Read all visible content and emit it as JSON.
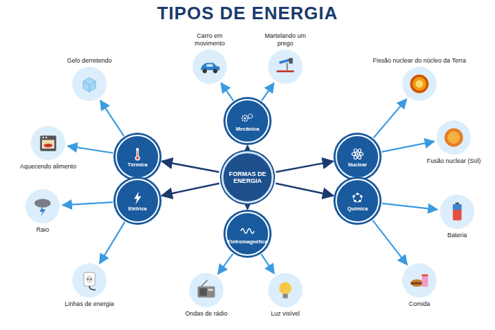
{
  "diagram": {
    "title": "TIPOS DE ENERGIA",
    "nodes": [
      {
        "text": [
          "FORMAS DE ENERGIA"
        ]
      },
      {
        "text": [
          "Mecânica"
        ]
      },
      {
        "text": [
          "Térmica"
        ]
      },
      {
        "text": [
          "Elétrica"
        ]
      },
      {
        "text": [
          "Eletromagnética"
        ]
      },
      {
        "text": [
          "Nuclear"
        ]
      },
      {
        "text": [
          "Química"
        ]
      },
      {
        "text": [
          "Carro em movimento"
        ]
      },
      {
        "text": [
          "Martelando um prego"
        ]
      },
      {
        "text": [
          "Gelo derretendo"
        ]
      },
      {
        "text": [
          "Aquecendo alimento"
        ]
      },
      {
        "text": [
          "Raio"
        ]
      },
      {
        "text": [
          "Linhas de energia"
        ]
      },
      {
        "text": [
          "Ondas de rádio"
        ]
      },
      {
        "text": [
          "Luz visível"
        ]
      },
      {
        "text": [
          "Fissão nuclear do núcleo da Terra"
        ]
      },
      {
        "text": [
          "Fusão nuclear (Sol)"
        ]
      },
      {
        "text": [
          "Bateria"
        ]
      },
      {
        "text": [
          "Comida"
        ]
      }
    ],
    "edges": [
      {
        "from": 0,
        "to": 1,
        "arrow": "to"
      },
      {
        "from": 0,
        "to": 2,
        "arrow": "to"
      },
      {
        "from": 0,
        "to": 3,
        "arrow": "to"
      },
      {
        "from": 0,
        "to": 4,
        "arrow": "to"
      },
      {
        "from": 0,
        "to": 5,
        "arrow": "to"
      },
      {
        "from": 0,
        "to": 6,
        "arrow": "to"
      },
      {
        "from": 1,
        "to": 7,
        "arrow": "to"
      },
      {
        "from": 1,
        "to": 8,
        "arrow": "to"
      },
      {
        "from": 2,
        "to": 9,
        "arrow": "to"
      },
      {
        "from": 2,
        "to": 10,
        "arrow": "to"
      },
      {
        "from": 3,
        "to": 11,
        "arrow": "to"
      },
      {
        "from": 3,
        "to": 12,
        "arrow": "to"
      },
      {
        "from": 4,
        "to": 13,
        "arrow": "to"
      },
      {
        "from": 4,
        "to": 14,
        "arrow": "to"
      },
      {
        "from": 5,
        "to": 15,
        "arrow": "to"
      },
      {
        "from": 5,
        "to": 16,
        "arrow": "to"
      },
      {
        "from": 6,
        "to": 17,
        "arrow": "to"
      },
      {
        "from": 6,
        "to": 18,
        "arrow": "to"
      }
    ]
  }
}
